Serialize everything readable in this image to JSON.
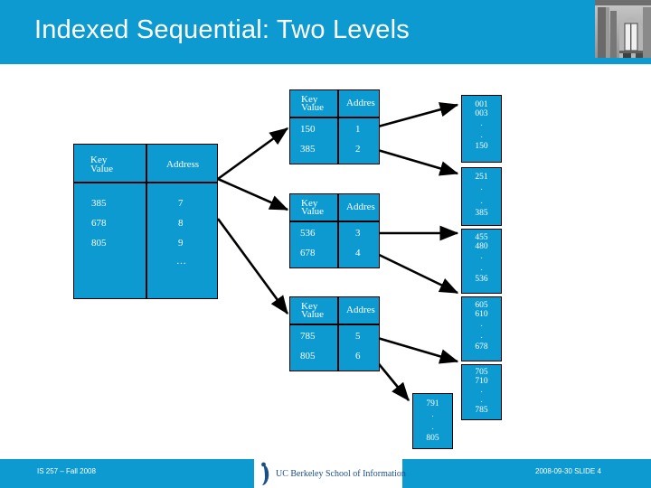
{
  "slide": {
    "title": "Indexed Sequential: Two Levels",
    "accent_color": "#0c9ad0",
    "background_color": "#ffffff",
    "header_photo_alt": "campus-building-photo"
  },
  "footer": {
    "left": "IS 257 – Fall 2008",
    "logo_text": "UC Berkeley School of Information",
    "right": "2008-09-30  SLIDE 4"
  },
  "tables": {
    "master": {
      "name": "master-index",
      "header": {
        "key": "Key\nValue",
        "key_line1": "Key",
        "key_line2": "Value",
        "address": "Address"
      },
      "rows": [
        {
          "key": "385",
          "address": "7"
        },
        {
          "key": "678",
          "address": "8"
        },
        {
          "key": "805",
          "address": "9"
        },
        {
          "key": "",
          "address": "…"
        }
      ]
    },
    "level2": [
      {
        "name": "index-block-1",
        "header": {
          "key_line1": "Key",
          "key_line2": "Value",
          "address": "Addres"
        },
        "rows": [
          {
            "key": "150",
            "address": "1"
          },
          {
            "key": "385",
            "address": "2"
          }
        ]
      },
      {
        "name": "index-block-2",
        "header": {
          "key_line1": "Key",
          "key_line2": "Value",
          "address": "Addres"
        },
        "rows": [
          {
            "key": "536",
            "address": "3"
          },
          {
            "key": "678",
            "address": "4"
          }
        ]
      },
      {
        "name": "index-block-3",
        "header": {
          "key_line1": "Key",
          "key_line2": "Value",
          "address": "Addres"
        },
        "rows": [
          {
            "key": "785",
            "address": "5"
          },
          {
            "key": "805",
            "address": "6"
          }
        ]
      }
    ]
  },
  "data_blocks": [
    {
      "name": "data-block-1",
      "lines": [
        "001",
        "003",
        ".",
        ".",
        "150"
      ]
    },
    {
      "name": "data-block-2",
      "lines": [
        "251",
        ".",
        ".",
        "385"
      ]
    },
    {
      "name": "data-block-3",
      "lines": [
        "455",
        "480",
        ".",
        ".",
        "536"
      ]
    },
    {
      "name": "data-block-4",
      "lines": [
        "605",
        "610",
        ".",
        ".",
        "678"
      ]
    },
    {
      "name": "data-block-5",
      "lines": [
        "705",
        "710",
        ".",
        ".",
        "785"
      ]
    },
    {
      "name": "data-block-6",
      "lines": [
        "791",
        ".",
        ".",
        "805"
      ]
    }
  ]
}
